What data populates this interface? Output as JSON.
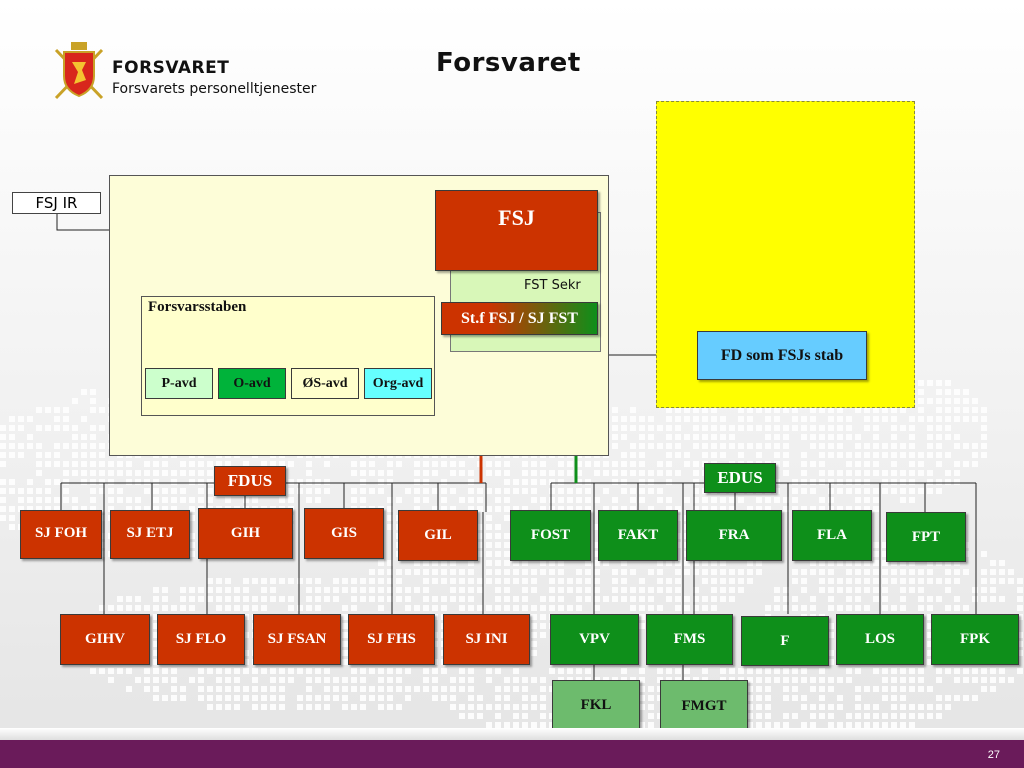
{
  "header": {
    "brand": "FORSVARET",
    "brand_sub": "Forsvarets personelltjenester",
    "title": "Forsvaret"
  },
  "labels": {
    "fsj_ir": "FSJ IR",
    "fst_sekr": "FST Sekr",
    "forsvarsstaben": "Forsvarsstaben"
  },
  "top": {
    "fsj": "FSJ",
    "stf": "St.f FSJ / SJ FST",
    "fd": "FD som FSJs stab"
  },
  "staben_units": [
    "P-avd",
    "O-avd",
    "ØS-avd",
    "Org-avd"
  ],
  "groups": {
    "fdus": "FDUS",
    "edus": "EDUS"
  },
  "red_row1": [
    "SJ FOH",
    "SJ ETJ",
    "GIH",
    "GIS",
    "GIL"
  ],
  "red_row2": [
    "GIHV",
    "SJ FLO",
    "SJ FSAN",
    "SJ FHS",
    "SJ INI"
  ],
  "green_row1": [
    "FOST",
    "FAKT",
    "FRA",
    "FLA",
    "FPT"
  ],
  "green_row2": [
    "VPV",
    "FMS",
    "F",
    "LOS",
    "FPK"
  ],
  "green_row3": [
    "FKL",
    "FMGT"
  ],
  "colors": {
    "red": "#cc3300",
    "green": "#0e8f1a",
    "yellow": "#ffff00",
    "blue": "#66ccff",
    "purple_bar": "#6a1b5a"
  },
  "footer": {
    "page": "27"
  }
}
